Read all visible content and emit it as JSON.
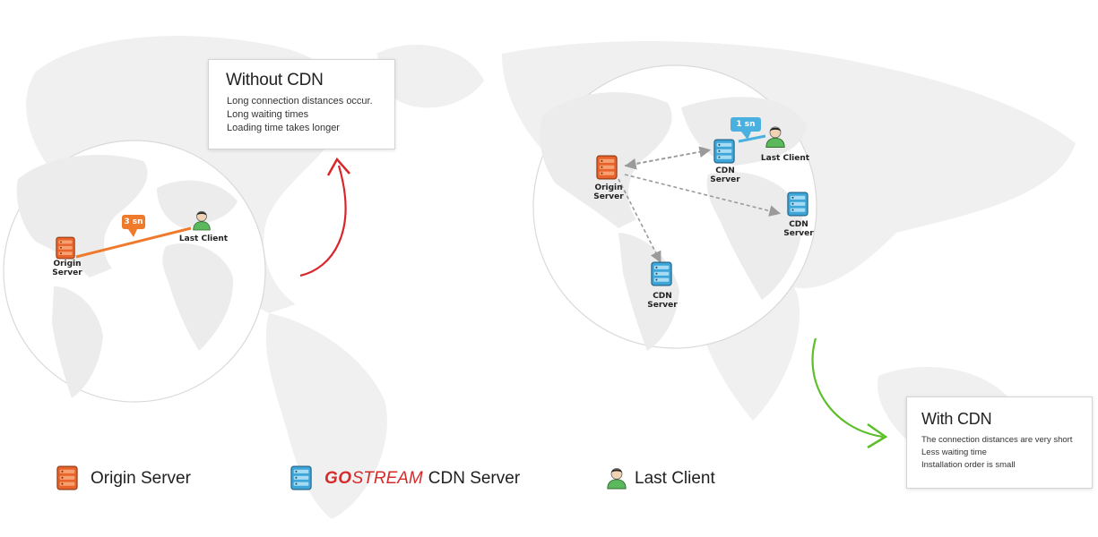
{
  "without_cdn": {
    "title": "Without CDN",
    "lines": [
      "Long connection distances occur.",
      "Long waiting times",
      "Loading time takes longer"
    ]
  },
  "with_cdn": {
    "title": "With CDN",
    "lines": [
      "The connection distances are very short",
      "Less waiting time",
      "Installation order is small"
    ]
  },
  "left_map": {
    "origin_label": [
      "Origin",
      "Server"
    ],
    "client_label": "Last Client",
    "latency": "3 sn"
  },
  "right_map": {
    "origin_label": [
      "Origin",
      "Server"
    ],
    "client_label": "Last Client",
    "latency": "1 sn",
    "cdn_label": [
      "CDN",
      "Server"
    ]
  },
  "legend": {
    "origin": "Origin Server",
    "brand_go": "GO",
    "brand_stream": "STREAM",
    "cdn": "CDN Server",
    "client": "Last Client"
  },
  "colors": {
    "origin": "#e8622b",
    "cdn": "#3ea5d8",
    "client": "#5cb85c",
    "bad": "#d9262a",
    "good": "#5cbf2a",
    "slow_line": "#f07a2c",
    "fast_line": "#4ab0e0"
  }
}
